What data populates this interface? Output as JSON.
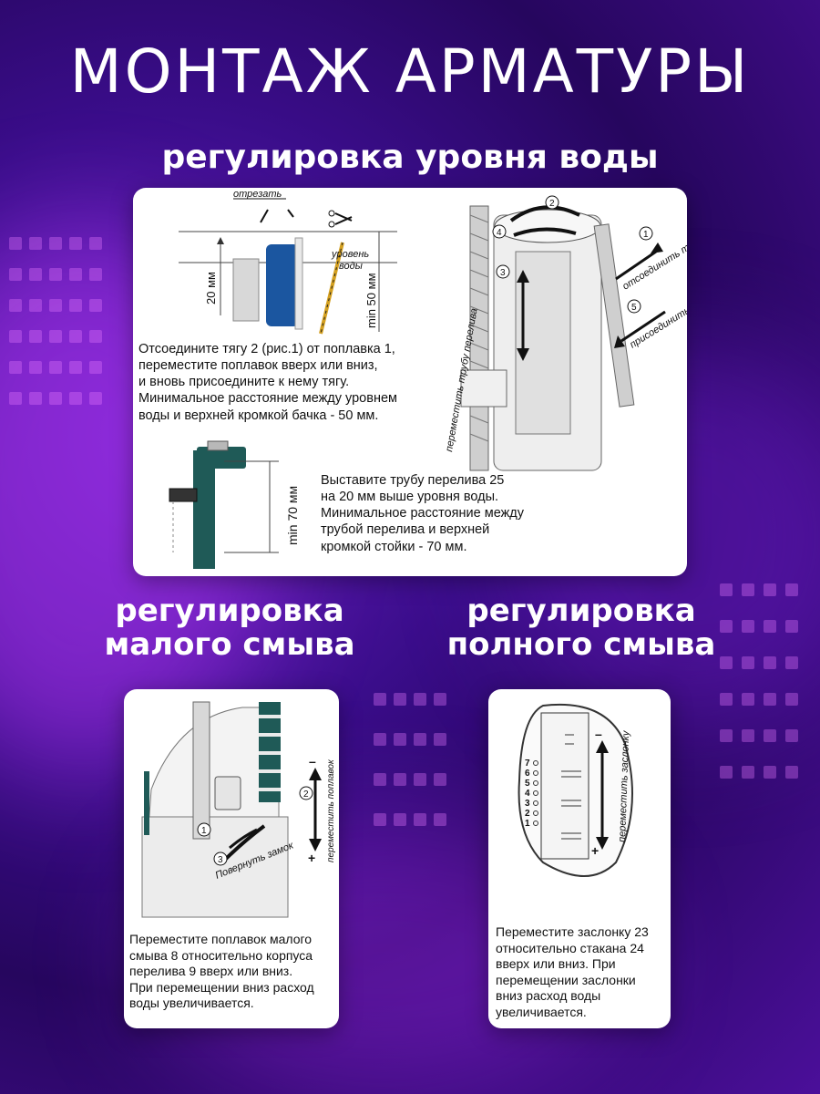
{
  "title": "МОНТАЖ АРМАТУРЫ",
  "section_water": {
    "heading": "регулировка уровня воды",
    "diagram_labels": {
      "cut": "отрезать",
      "water_level": "уровень воды",
      "dim_20": "20 мм",
      "dim_min50": "min 50 мм",
      "dim_min70": "min 70 мм",
      "move_pipe": "переместить трубу перелива",
      "disconnect": "отсоединить тягу",
      "attach": "присоединить тягу",
      "callouts": [
        "1",
        "2",
        "3",
        "4",
        "5"
      ]
    },
    "text_float": [
      "Отсоедините тягу 2 (рис.1) от поплавка 1,",
      "переместите поплавок вверх или вниз,",
      "и вновь присоедините к нему тягу.",
      "Минимальное расстояние между уровнем",
      "воды и верхней кромкой бачка - 50 мм."
    ],
    "text_overflow": [
      "Выставите трубу перелива 25",
      "на 20 мм выше уровня воды.",
      "Минимальное расстояние между",
      "трубой перелива и верхней",
      "кромкой стойки - 70 мм."
    ]
  },
  "section_small": {
    "heading_line1": "регулировка",
    "heading_line2": "малого смыва",
    "diagram_labels": {
      "turn_lock": "Повернуть замок",
      "move_float": "переместить поплавок",
      "minus": "–",
      "plus": "+",
      "callouts": [
        "1",
        "2",
        "3"
      ]
    },
    "text": [
      "Переместите поплавок малого",
      "смыва 8 относительно корпуса",
      "перелива 9 вверх или вниз.",
      "При перемещении вниз расход",
      "воды увеличивается."
    ]
  },
  "section_full": {
    "heading_line1": "регулировка",
    "heading_line2": "полного смыва",
    "diagram_labels": {
      "move_valve": "переместить заслонку",
      "minus": "–",
      "plus": "+",
      "scale": [
        "7",
        "6",
        "5",
        "4",
        "3",
        "2",
        "1"
      ]
    },
    "text": [
      "Переместите заслонку 23",
      "относительно стакана 24",
      "вверх или вниз. При",
      "перемещении заслонки",
      "вниз расход воды",
      "увеличивается."
    ]
  },
  "colors": {
    "bg_dark": "#26065e",
    "bg_purple": "#6a1fc2",
    "accent_teal": "#1f5a57",
    "float_blue": "#1b56a0",
    "card_bg": "#ffffff"
  }
}
